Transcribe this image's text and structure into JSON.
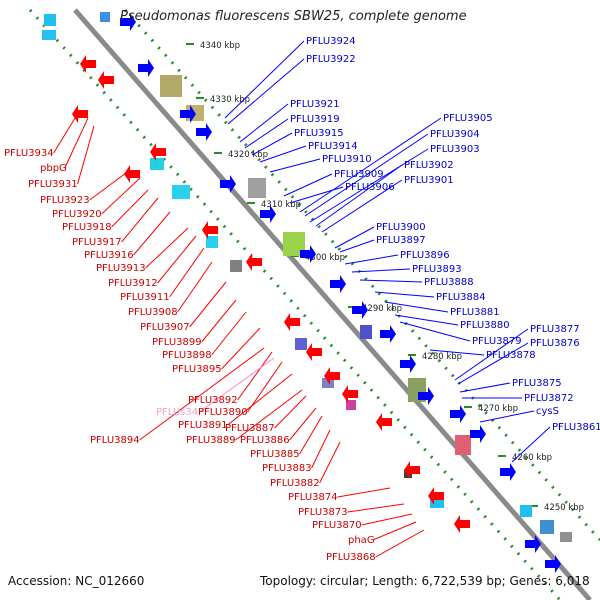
{
  "title": "Pseudomonas fluorescens SBW25, complete genome",
  "footer": {
    "accession": "Accession: NC_012660",
    "summary": "Topology: circular; Length: 6,722,539 bp; Genes: 6,018"
  },
  "colors": {
    "forward_gene": "#0000ff",
    "reverse_gene": "#ff0000",
    "rna_gene": "#ff88cc",
    "backbone": "#888888",
    "scale_dots": "#2a8a2a"
  },
  "scale_ticks": [
    "4340 kbp",
    "4330 kbp",
    "4320 kbp",
    "4310 kbp",
    "4300 kbp",
    "4290 kbp",
    "4280 kbp",
    "4270 kbp",
    "4260 kbp",
    "4250 kbp"
  ],
  "forward_labels": [
    "PFLU3924",
    "PFLU3922",
    "PFLU3921",
    "PFLU3919",
    "PFLU3915",
    "PFLU3914",
    "PFLU3910",
    "PFLU3909",
    "PFLU3906",
    "PFLU3905",
    "PFLU3904",
    "PFLU3903",
    "PFLU3902",
    "PFLU3901",
    "PFLU3900",
    "PFLU3897",
    "PFLU3896",
    "PFLU3893",
    "PFLU3888",
    "PFLU3884",
    "PFLU3881",
    "PFLU3880",
    "PFLU3879",
    "PFLU3878",
    "PFLU3877",
    "PFLU3876",
    "PFLU3875",
    "PFLU3872",
    "cysS",
    "PFLU3861"
  ],
  "reverse_labels": [
    "PFLU3934",
    "pbpG",
    "PFLU3931",
    "PFLU3923",
    "PFLU3920",
    "PFLU3918",
    "PFLU3917",
    "PFLU3916",
    "PFLU3913",
    "PFLU3912",
    "PFLU3911",
    "PFLU3908",
    "PFLU3907",
    "PFLU3899",
    "PFLU3898",
    "PFLU3895",
    "PFLU3892",
    "PFLUs34",
    "PFLU3890",
    "PFLU3891",
    "PFLU3889",
    "PFLU3887",
    "PFLU3886",
    "PFLU3894",
    "PFLU3885",
    "PFLU3883",
    "PFLU3882",
    "PFLU3874",
    "PFLU3873",
    "PFLU3870",
    "phaG",
    "PFLU3868"
  ]
}
